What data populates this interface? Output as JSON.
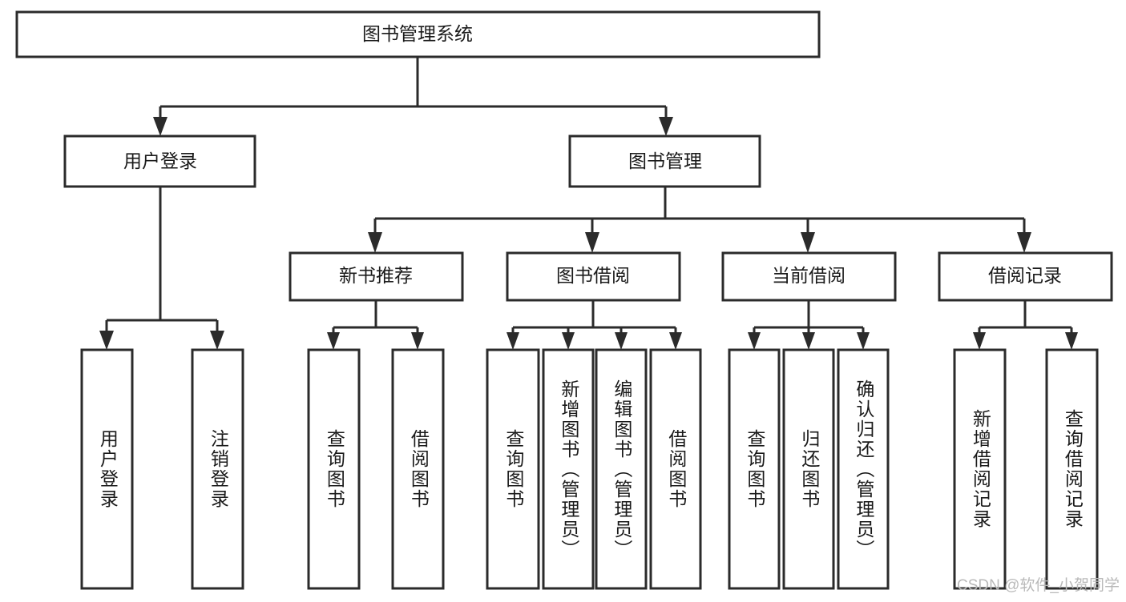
{
  "diagram": {
    "type": "tree-hierarchy",
    "title": "图书管理系统",
    "root": {
      "label": "图书管理系统"
    },
    "level2": [
      {
        "id": "user-login",
        "label": "用户登录"
      },
      {
        "id": "book-management",
        "label": "图书管理"
      }
    ],
    "level3": [
      {
        "id": "new-book-recommend",
        "label": "新书推荐"
      },
      {
        "id": "book-borrow",
        "label": "图书借阅"
      },
      {
        "id": "current-borrow",
        "label": "当前借阅"
      },
      {
        "id": "borrow-record",
        "label": "借阅记录"
      }
    ],
    "leaves": {
      "user_login": [
        {
          "id": "leaf-user-login",
          "label": "用户登录"
        },
        {
          "id": "leaf-logout-login",
          "label": "注销登录"
        }
      ],
      "new_book_recommend": [
        {
          "id": "leaf-query-book-1",
          "label": "查询图书"
        },
        {
          "id": "leaf-borrow-book-1",
          "label": "借阅图书"
        }
      ],
      "book_borrow": [
        {
          "id": "leaf-query-book-2",
          "label": "查询图书"
        },
        {
          "id": "leaf-add-book",
          "label": "新增图书（管理员）"
        },
        {
          "id": "leaf-edit-book",
          "label": "编辑图书（管理员）"
        },
        {
          "id": "leaf-borrow-book-2",
          "label": "借阅图书"
        }
      ],
      "current_borrow": [
        {
          "id": "leaf-query-book-3",
          "label": "查询图书"
        },
        {
          "id": "leaf-return-book",
          "label": "归还图书"
        },
        {
          "id": "leaf-confirm-return",
          "label": "确认归还（管理员）"
        }
      ],
      "borrow_record": [
        {
          "id": "leaf-add-record",
          "label": "新增借阅记录"
        },
        {
          "id": "leaf-query-record",
          "label": "查询借阅记录"
        }
      ]
    },
    "colors": {
      "stroke": "#2b2b2b",
      "fill": "#ffffff",
      "text": "#1a1a1a",
      "watermark": "#b9b9b9"
    }
  },
  "watermark": {
    "text": "CSDN @软件_小贺同学"
  }
}
